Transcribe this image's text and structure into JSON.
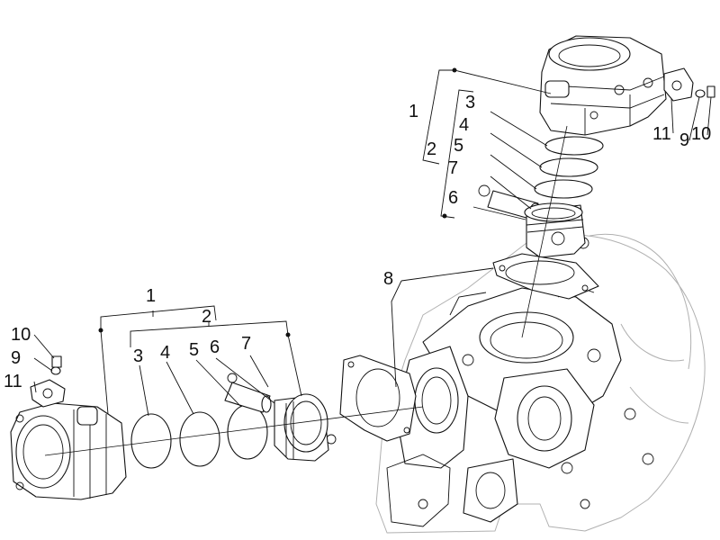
{
  "callouts": {
    "top": {
      "c1": "1",
      "c2": "2",
      "c3": "3",
      "c4": "4",
      "c5": "5",
      "c6": "6",
      "c7": "7",
      "c9": "9",
      "c10": "10",
      "c11": "11"
    },
    "main": {
      "c8": "8"
    },
    "left": {
      "c1": "1",
      "c2": "2",
      "c3": "3",
      "c4": "4",
      "c5": "5",
      "c6": "6",
      "c7": "7",
      "c9": "9",
      "c10": "10",
      "c11": "11"
    }
  }
}
